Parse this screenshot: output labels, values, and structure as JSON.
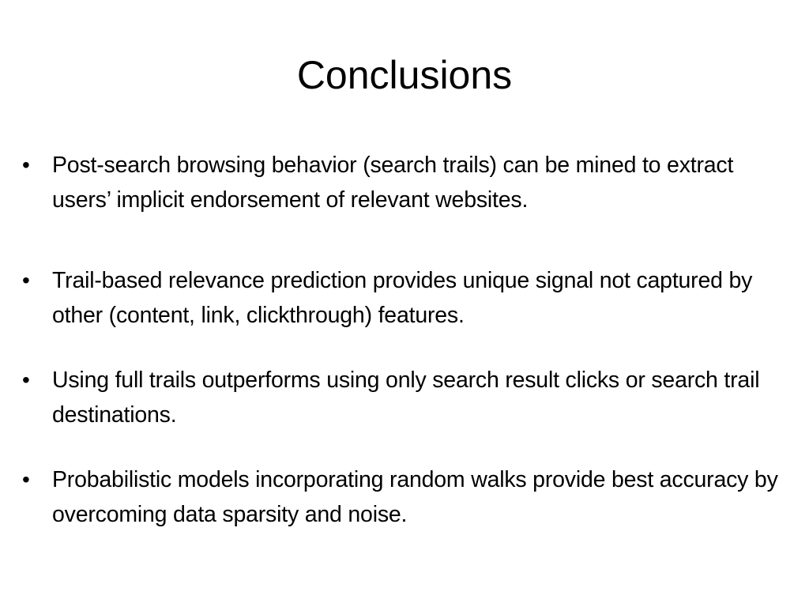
{
  "slide": {
    "title": "Conclusions",
    "bullet_glyph": "•",
    "bullets": [
      "Post-search browsing behavior (search trails) can be mined to extract users’ implicit endorsement of relevant websites.",
      "Trail-based relevance prediction provides unique signal not captured by other (content, link, clickthrough) features.",
      "Using full trails outperforms using only search result clicks or search trail destinations.",
      "Probabilistic models incorporating random walks provide best accuracy by overcoming data sparsity and noise."
    ]
  }
}
